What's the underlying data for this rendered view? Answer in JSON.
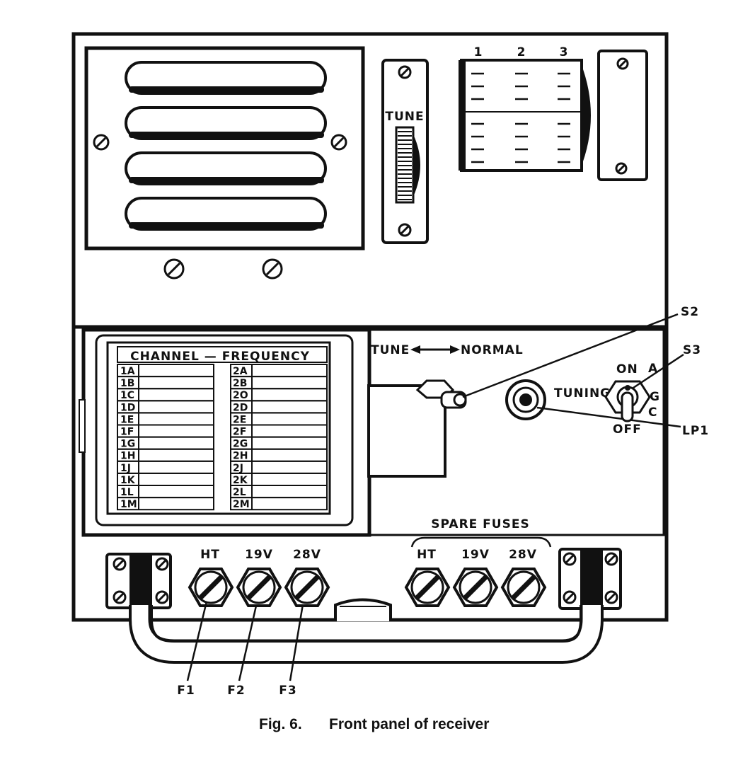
{
  "dial": {
    "numbers": [
      "1",
      "2",
      "3"
    ],
    "tune_label": "TUNE"
  },
  "table": {
    "header": "CHANNEL   — FREQUENCY",
    "left_channels": [
      "1A",
      "1B",
      "1C",
      "1D",
      "1E",
      "1F",
      "1G",
      "1H",
      "1J",
      "1K",
      "1L",
      "1M"
    ],
    "right_channels": [
      "2A",
      "2B",
      "2O",
      "2D",
      "2E",
      "2F",
      "2G",
      "2H",
      "2J",
      "2K",
      "2L",
      "2M"
    ]
  },
  "switch_labels": {
    "tune_normal_left": "TUNE",
    "tune_normal_right": "NORMAL",
    "s2": "S2",
    "s3": "S3",
    "tuning": "TUNING",
    "on": "ON",
    "off": "OFF",
    "lp1": "LP1",
    "side_letters": [
      "A",
      "G",
      "C"
    ]
  },
  "fuses": {
    "fitted_labels": [
      "HT",
      "19V",
      "28V"
    ],
    "spare_header": "SPARE  FUSES",
    "spare_labels": [
      "HT",
      "19V",
      "28V"
    ],
    "callouts": [
      "F1",
      "F2",
      "F3"
    ]
  },
  "caption": {
    "fig": "Fig. 6.",
    "title": "Front panel of receiver"
  }
}
